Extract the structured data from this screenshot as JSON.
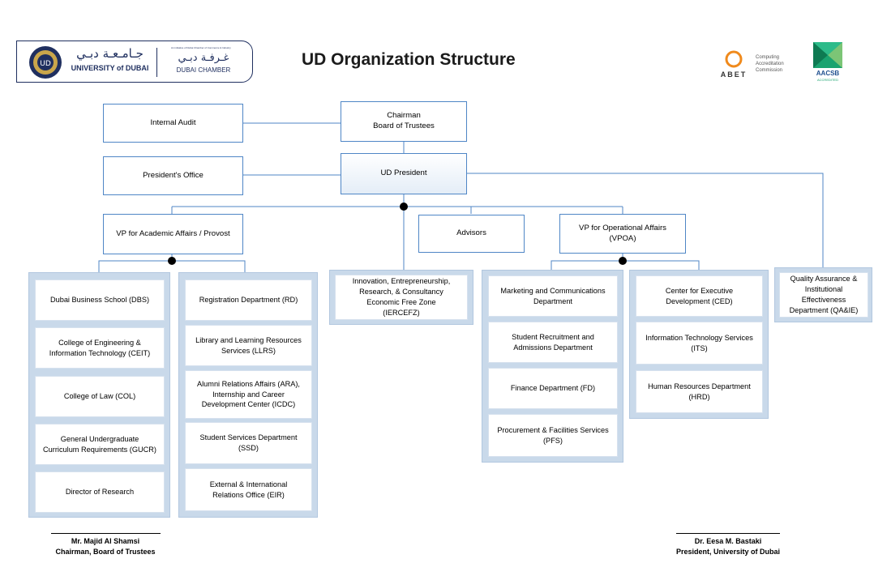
{
  "header": {
    "title": "UD Organization Structure",
    "ud_logo_arabic": "جـامـعـة دبـي",
    "ud_logo_english": "UNIVERSITY of DUBAI",
    "chamber_small": "An initiative of Dubai Chamber of Commerce & Industry",
    "chamber_arabic": "غـرفـة دبـي",
    "chamber_english": "DUBAI CHAMBER",
    "abet_text": "ABET",
    "abet_sub": [
      "Computing",
      "Accreditation",
      "Commission"
    ],
    "aacsb_text": "AACSB",
    "aacsb_sub": "ACCREDITED"
  },
  "top": {
    "internal_audit": "Internal Audit",
    "chairman_line1": "Chairman",
    "chairman_line2": "Board of Trustees",
    "presidents_office": "President's Office",
    "ud_president": "UD President"
  },
  "level2": {
    "vp_academic": "VP for Academic Affairs / Provost",
    "advisors": "Advisors",
    "vp_operational": "VP for Operational Affairs (VPOA)",
    "innovation": [
      "Innovation, Entrepreneurship,",
      "Research, & Consultancy",
      "Economic Free Zone",
      "(IERCEFZ)"
    ],
    "quality": [
      "Quality Assurance &",
      "Institutional",
      "Effectiveness",
      "Department (QA&IE)"
    ]
  },
  "academic_col1": [
    [
      "Dubai Business School (DBS)"
    ],
    [
      "College of Engineering &",
      "Information Technology (CEIT)"
    ],
    [
      "College of Law (COL)"
    ],
    [
      "General Undergraduate",
      "Curriculum Requirements (GUCR)"
    ],
    [
      "Director of Research"
    ]
  ],
  "academic_col2": [
    [
      "Registration Department (RD)"
    ],
    [
      "Library and Learning Resources",
      "Services (LLRS)"
    ],
    [
      "Alumni Relations Affairs (ARA),",
      "Internship and Career",
      "Development Center (ICDC)"
    ],
    [
      "Student Services Department",
      "(SSD)"
    ],
    [
      "External & International",
      "Relations Office (EIR)"
    ]
  ],
  "ops_col1": [
    [
      "Marketing and Communications",
      "Department"
    ],
    [
      "Student Recruitment and",
      "Admissions Department"
    ],
    [
      "Finance Department (FD)"
    ],
    [
      "Procurement & Facilities Services",
      "(PFS)"
    ]
  ],
  "ops_col2": [
    [
      "Center for Executive",
      "Development (CED)"
    ],
    [
      "Information Technology Services",
      "(ITS)"
    ],
    [
      "Human Resources Department",
      "(HRD)"
    ]
  ],
  "signatures": {
    "left_name": "Mr. Majid Al Shamsi",
    "left_title": "Chairman, Board of Trustees",
    "right_name": "Dr. Eesa M. Bastaki",
    "right_title": "President, University of Dubai"
  },
  "colors": {
    "line": "#4f86c6",
    "panel": "#c9d9ea",
    "dark_blue": "#1f2f5f",
    "abet_orange": "#f08a1c",
    "aacsb_green": "#1aa36f"
  }
}
